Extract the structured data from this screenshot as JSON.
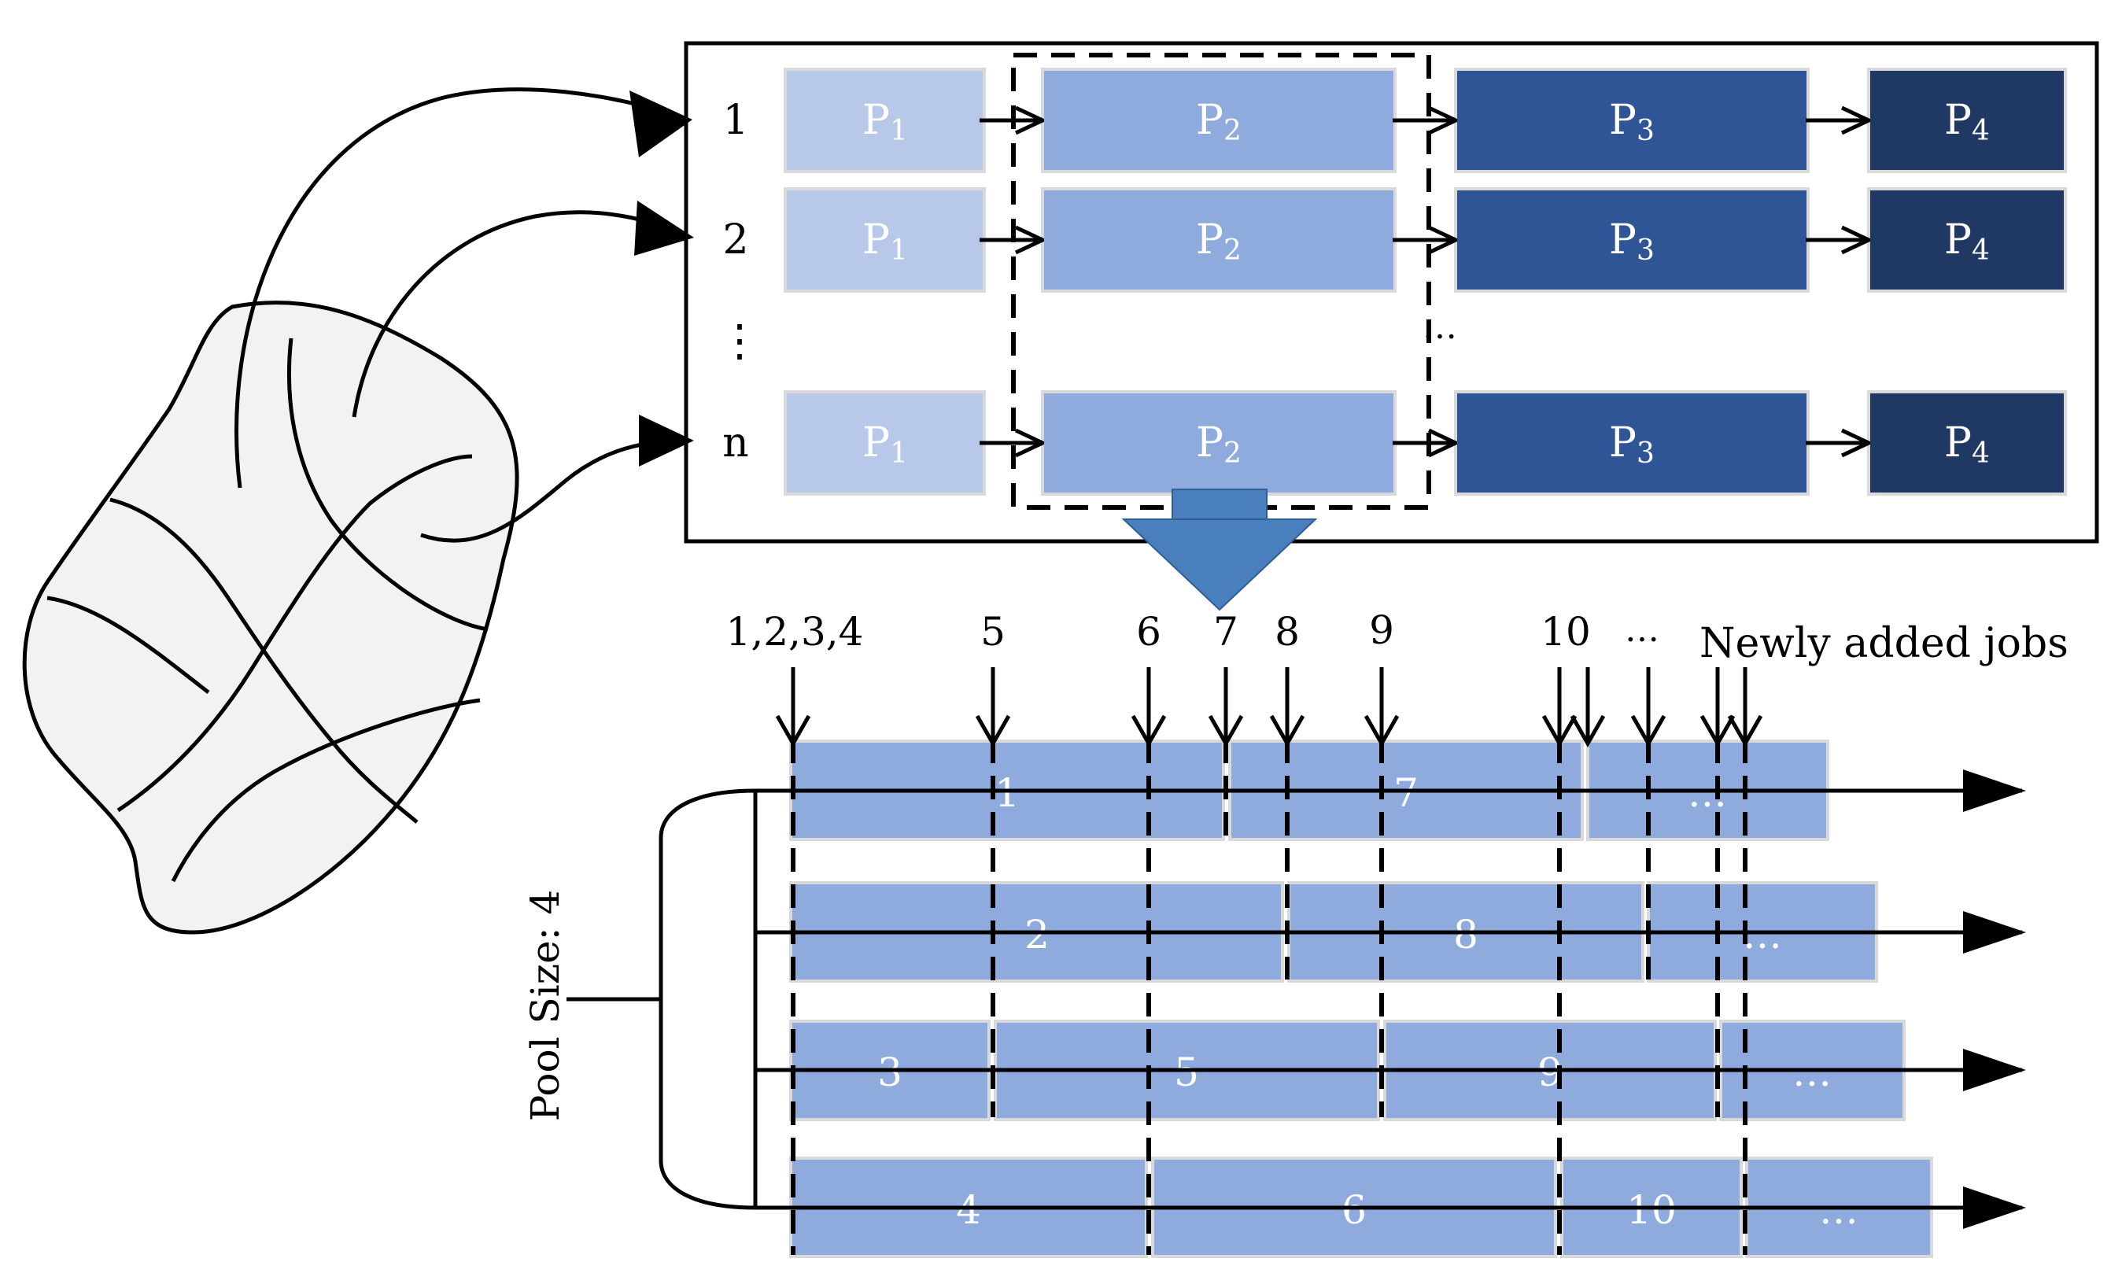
{
  "colors": {
    "p1": "#b8c8e8",
    "p2": "#8faadc",
    "p3": "#2f5597",
    "p4": "#203864",
    "job": "#8faadc",
    "job_border": "#d9d9d9",
    "blob_fill": "#f2f2f2",
    "down_arrow": "#4a7fbd",
    "ink": "#000000"
  },
  "pipeline": {
    "rows": [
      {
        "label": "1",
        "stages": [
          "P1",
          "P2",
          "P3",
          "P4"
        ]
      },
      {
        "label": "2",
        "stages": [
          "P1",
          "P2",
          "P3",
          "P4"
        ]
      },
      {
        "label": "n",
        "stages": [
          "P1",
          "P2",
          "P3",
          "P4"
        ]
      }
    ],
    "vertical_ellipsis": "⋮",
    "ellipsis": "…"
  },
  "timeline": {
    "arrival_labels": [
      "1,2,3,4",
      "5",
      "6",
      "7",
      "8",
      "9",
      "10",
      "…"
    ],
    "newly_added_label": "Newly added jobs",
    "pool_label": "Pool Size: 4",
    "threads": [
      [
        "1",
        "7",
        "…"
      ],
      [
        "2",
        "8",
        "…"
      ],
      [
        "3",
        "5",
        "9",
        "…"
      ],
      [
        "4",
        "6",
        "10",
        "…"
      ]
    ]
  }
}
